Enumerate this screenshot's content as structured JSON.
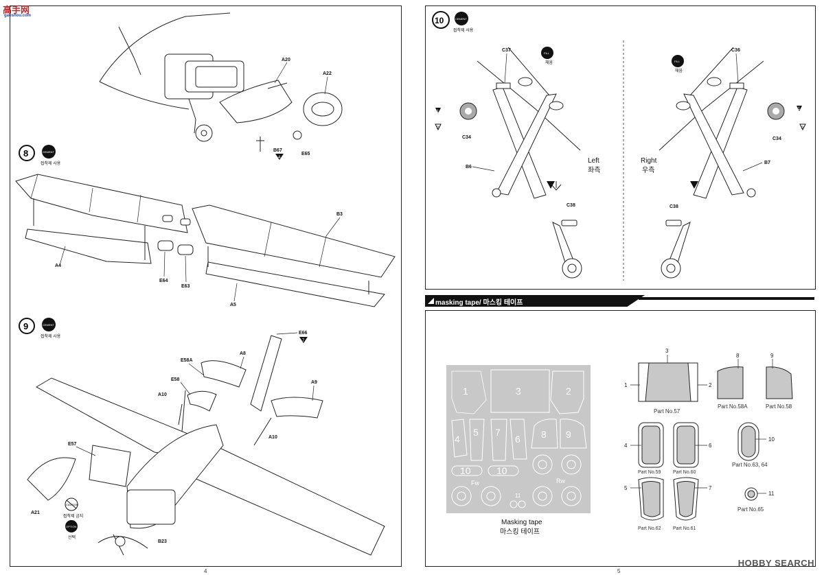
{
  "site_logo": {
    "name": "高手网",
    "url": "gaoshou.com"
  },
  "watermark": "HOBBY SEARCH",
  "badges": {
    "cement": "CEMENT",
    "cement_sub": "접착제 사용",
    "fill": "FILL",
    "fill_sub": "채움",
    "caution": "CAUTION",
    "caution_sub": "접착제 금지",
    "option": "OPTION",
    "option_sub": "선택"
  },
  "steps": {
    "s8": "8",
    "s9": "9",
    "s10": "10"
  },
  "step_top_labels": {
    "a20": "A20",
    "a22": "A22",
    "b67": "B67",
    "b67n": "4",
    "e65": "E65"
  },
  "step8_labels": {
    "a4": "A4",
    "e64": "E64",
    "e63": "E63",
    "b3": "B3",
    "a5": "A5"
  },
  "step9_labels": {
    "e66": "E66",
    "e66n": "7",
    "e58a": "E58A",
    "a8": "A8",
    "e58": "E58",
    "a9": "A9",
    "a10a": "A10",
    "a10b": "A10",
    "e57": "E57",
    "a21": "A21",
    "b23": "B23"
  },
  "step10": {
    "left": {
      "c37": "C37",
      "c34": "C34",
      "b6": "B6",
      "c38": "C38",
      "m1": "1",
      "m2": "2",
      "side_en": "Left",
      "side_ko": "좌측"
    },
    "right": {
      "c36": "C36",
      "c34": "C34",
      "b7": "B7",
      "c38": "C38",
      "m1": "1",
      "m2": "2",
      "side_en": "Right",
      "side_ko": "우측"
    }
  },
  "masking": {
    "title": "masking tape/ 마스킹 테이프",
    "sheet_caption_en": "Masking tape",
    "sheet_caption_ko": "마스킹 테이프",
    "sheet_numbers": [
      "1",
      "3",
      "2",
      "4",
      "5",
      "7",
      "6",
      "8",
      "9",
      "10",
      "10",
      "11"
    ],
    "fw": "Fw",
    "rw": "Rw",
    "callouts": [
      "3",
      "1",
      "2",
      "8",
      "9",
      "4",
      "6",
      "10",
      "5",
      "7",
      "11"
    ],
    "parts": [
      "Part No.57",
      "Part No.58A",
      "Part No.58",
      "Part No.59",
      "Part No.60",
      "Part No.63, 64",
      "Part No.65",
      "Part No.62",
      "Part No.61"
    ]
  },
  "page_numbers": {
    "left": "4",
    "right": "5"
  }
}
